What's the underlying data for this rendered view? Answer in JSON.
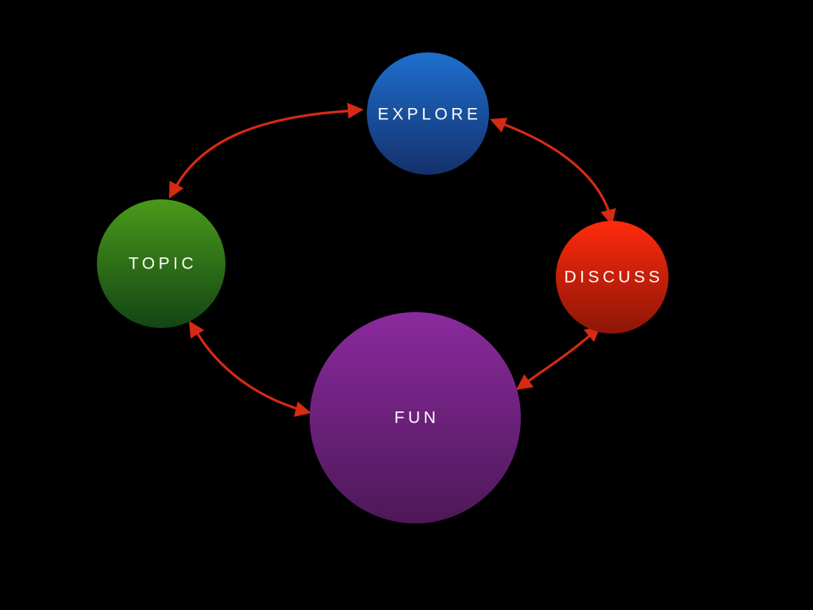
{
  "diagram": {
    "nodes": {
      "explore": {
        "label": "EXPLORE",
        "color_top": "#1e6fcf",
        "color_bottom": "#14306a"
      },
      "topic": {
        "label": "TOPIC",
        "color_top": "#4a9a1a",
        "color_bottom": "#124515"
      },
      "discuss": {
        "label": "DISCUSS",
        "color_top": "#ff2a0c",
        "color_bottom": "#8c1608"
      },
      "fun": {
        "label": "FUN",
        "color_top": "#8a2a9e",
        "color_bottom": "#4e1858"
      }
    },
    "connectors": [
      {
        "from": "topic",
        "to": "explore",
        "bidirectional": true
      },
      {
        "from": "explore",
        "to": "discuss",
        "bidirectional": true
      },
      {
        "from": "discuss",
        "to": "fun",
        "bidirectional": true
      },
      {
        "from": "fun",
        "to": "topic",
        "bidirectional": true
      }
    ],
    "arrow_color": "#d62a14",
    "background_color": "#000000"
  }
}
